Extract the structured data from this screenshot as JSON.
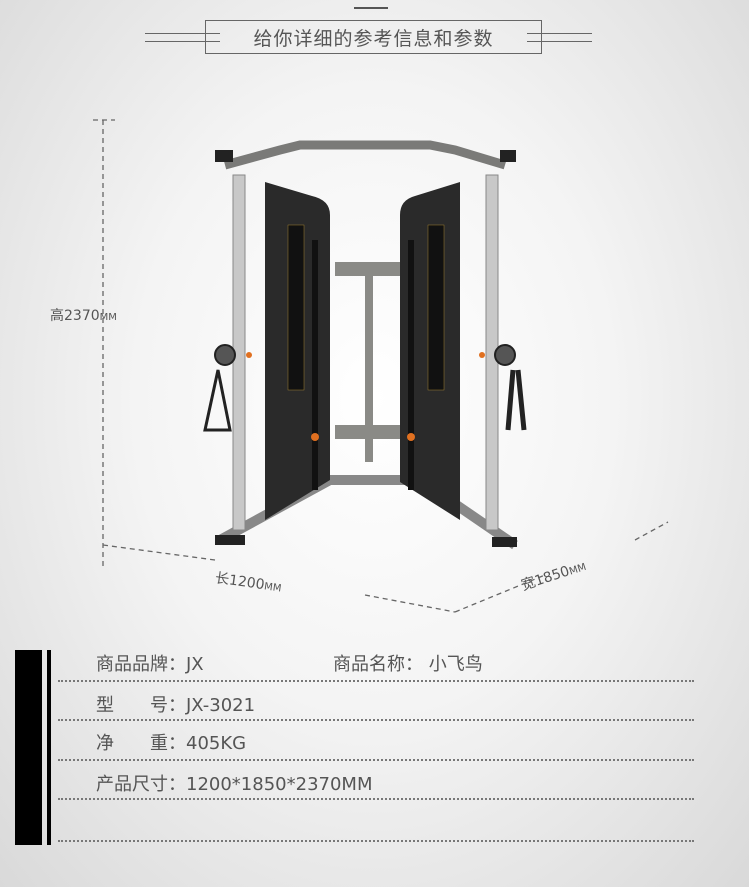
{
  "header": {
    "title": "给你详细的参考信息和参数"
  },
  "dimensions": {
    "height_label": "高2370",
    "height_unit": "MM",
    "length_label": "长1200",
    "length_unit": "MM",
    "width_label": "宽1850",
    "width_unit": "MM"
  },
  "specs": {
    "brand_label": "商品品牌：",
    "brand_value": "JX",
    "name_label": "商品名称：",
    "name_value": "小飞鸟",
    "model_label": "型　　号：",
    "model_value": "JX-3021",
    "weight_label": "净　　重：",
    "weight_value": "405KG",
    "size_label": "产品尺寸：",
    "size_value": "1200*1850*2370MM"
  },
  "colors": {
    "frame": "#8a8a86",
    "panel": "#2a2a2a",
    "accent": "#e07020"
  }
}
